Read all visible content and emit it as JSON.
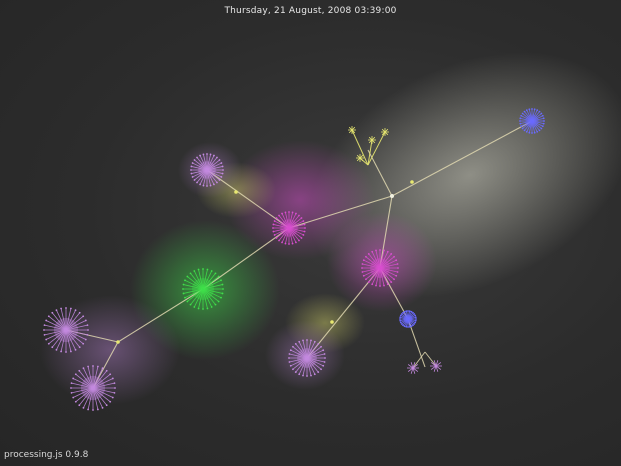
{
  "header": {
    "timestamp": "Thursday, 21 August, 2008 03:39:00"
  },
  "footer": {
    "label": "processing.js 0.9.8"
  },
  "palette": {
    "background": "#2a2a2a",
    "edge": "#e0d8b0",
    "magenta": "#d94fd0",
    "violet": "#c48ae0",
    "green": "#3fe04a",
    "blue": "#6a6aff",
    "yellow": "#e8e870",
    "glow_white": "#f0f0e0"
  },
  "nodes": [
    {
      "id": "hub",
      "color": "#e0d8b0",
      "kind": "junction"
    },
    {
      "id": "top-cluster",
      "color": "#e8e870",
      "kind": "sprout"
    },
    {
      "id": "blue-star",
      "color": "#6a6aff",
      "kind": "burst"
    },
    {
      "id": "magenta-upper",
      "color": "#d94fd0",
      "kind": "burst"
    },
    {
      "id": "violet-upper",
      "color": "#c48ae0",
      "kind": "burst"
    },
    {
      "id": "magenta-lower",
      "color": "#d94fd0",
      "kind": "burst"
    },
    {
      "id": "green",
      "color": "#3fe04a",
      "kind": "burst"
    },
    {
      "id": "violet-left",
      "color": "#c48ae0",
      "kind": "burst"
    },
    {
      "id": "violet-bottom",
      "color": "#c48ae0",
      "kind": "burst"
    },
    {
      "id": "violet-mid",
      "color": "#c48ae0",
      "kind": "burst"
    },
    {
      "id": "blue-small",
      "color": "#6a6aff",
      "kind": "burst"
    },
    {
      "id": "small-pair",
      "color": "#c48ae0",
      "kind": "sprout"
    }
  ]
}
